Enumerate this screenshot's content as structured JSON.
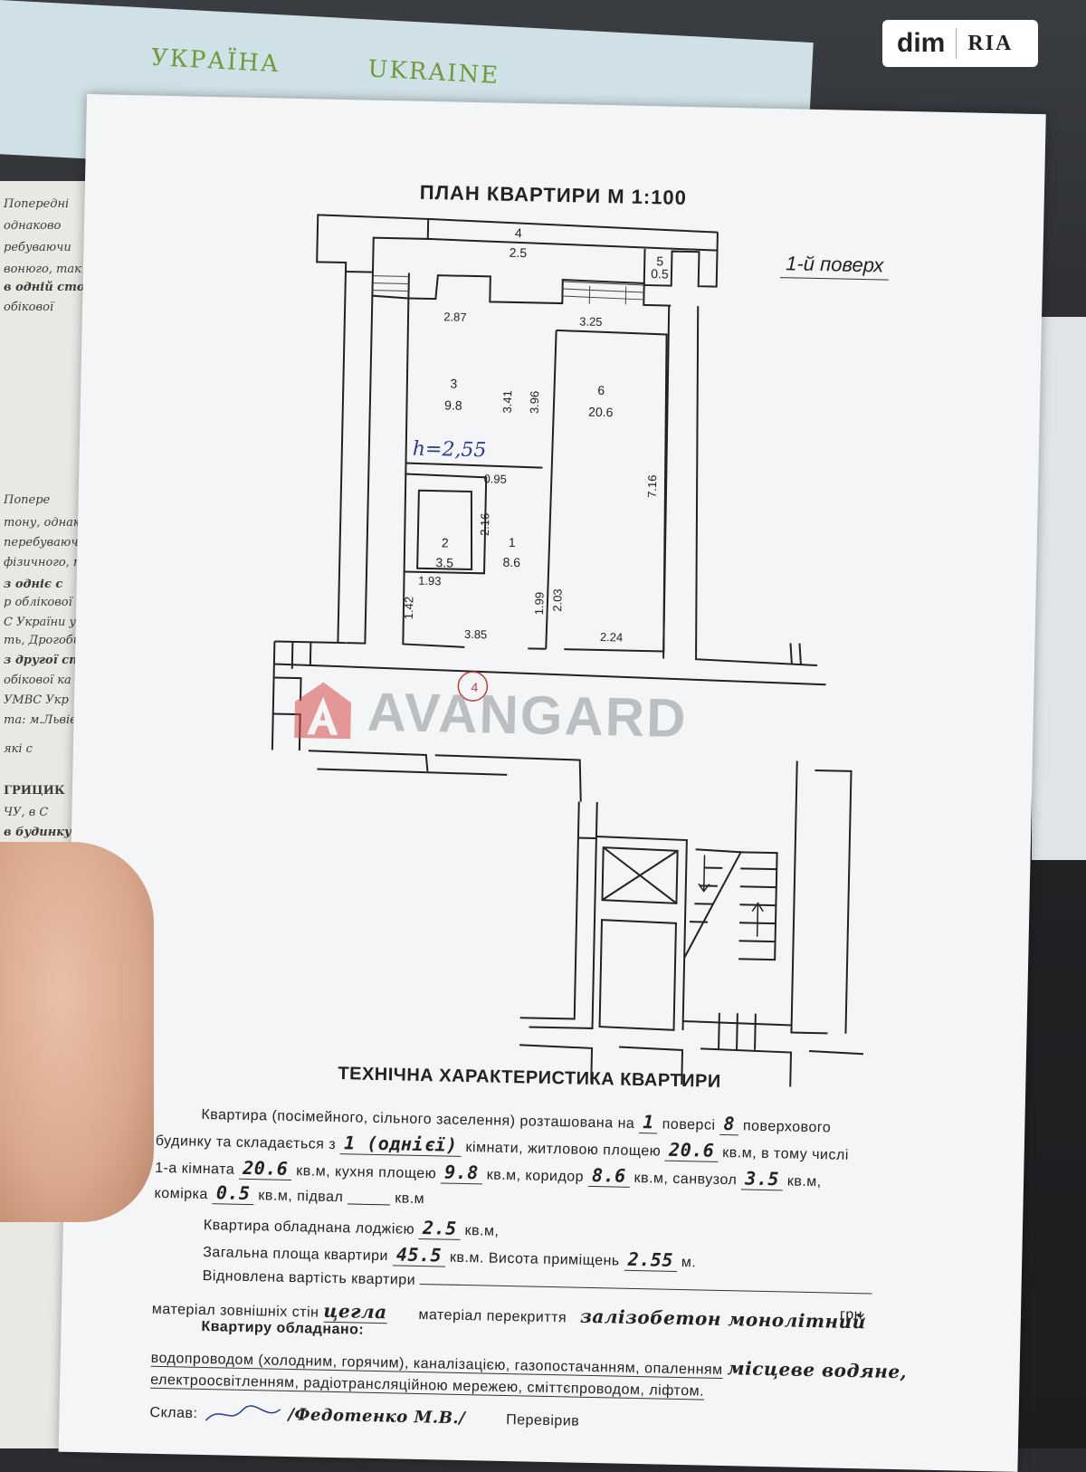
{
  "background": {
    "ukraine_cover": [
      "УКРАЇНА",
      "UKRAINE"
    ],
    "side_document_lines": [
      "Попередні",
      "однаково",
      "ребуваючи",
      "вонюго, так",
      "в одній сто",
      "обікової",
      "Попере",
      "тону, однако",
      "перебуваючи",
      "фізичного, то",
      "з одніє с",
      "р облікової",
      "С України у",
      "ть, Дрогоби",
      "з другої сто",
      "обікової ка",
      "УМВС Укр",
      "та: м.Львів, в",
      "які с",
      "ГРИЦИК",
      "ЧУ, в С",
      "в будинку"
    ]
  },
  "badge": {
    "dim": "dim",
    "ria": "RIA"
  },
  "plan": {
    "title": "ПЛАН КВАРТИРИ М 1:100",
    "floor": "1-й поверх",
    "height_note": "h=2,55",
    "entrance_mark": "4",
    "rooms": [
      {
        "num": "4",
        "area": "2.5"
      },
      {
        "num": "5",
        "area": "0.5"
      },
      {
        "num": "3",
        "area": "9.8"
      },
      {
        "num": "6",
        "area": "20.6"
      },
      {
        "num": "2",
        "area": "3.5"
      },
      {
        "num": "1",
        "area": "8.6"
      }
    ],
    "dimensions": [
      "2.87",
      "3.25",
      "3.41",
      "3.96",
      "7.16",
      "0.95",
      "2.16",
      "1.93",
      "1.42",
      "3.85",
      "1.99",
      "2.03",
      "2.24"
    ]
  },
  "watermark": {
    "text": "AVANGARD"
  },
  "spec": {
    "title": "ТЕХНІЧНА ХАРАКТЕРИСТИКА КВАРТИРИ",
    "l1": "Квартира (посімейного, сільного заселення) розташована на",
    "floor_num": "1",
    "l1b": "поверсі",
    "storeys": "8",
    "l1c": "поверхового",
    "l2a": "будинку та складається з",
    "rooms_count": "1 (однієї)",
    "l2b": "кімнати, житловою площею",
    "living_area": "20.6",
    "l2c": "кв.м, в тому числі",
    "l3a": "1-а кімната",
    "room1": "20.6",
    "l3b": "кв.м, кухня площею",
    "kitchen": "9.8",
    "l3c": "кв.м, коридор",
    "corridor": "8.6",
    "l3d": "кв.м, санвузол",
    "bath": "3.5",
    "l3e": "кв.м,",
    "l4a": "комірка",
    "closet": "0.5",
    "l4b": "кв.м, підвал",
    "basement": "_____",
    "l4c": "кв.м",
    "l5a": "Квартира обладнана лоджією",
    "loggia": "2.5",
    "l5b": "кв.м,",
    "l6a": "Загальна площа квартири",
    "total": "45.5",
    "l6b": "кв.м. Висота приміщень",
    "height": "2.55",
    "l6c": "м.",
    "l7a": "Відновлена вартість квартири",
    "l7b": "грн.",
    "l8a": "матеріал зовнішніх стін",
    "walls": "цегла",
    "l8b": "матеріал перекриття",
    "ceiling": "залізобетон монолітний",
    "l9": "Квартиру обладнано:",
    "l10": "водопроводом (холодним, горячим), каналізацією, газопостачанням, опаленням",
    "heating": "місцеве водяне,",
    "l11": "електроосвітленням, радіотрансляційною мережею, сміттєпроводом, ліфтом.",
    "l12a": "Склав:",
    "author": "/Федотенко М.В./",
    "l12b": "Перевірив"
  }
}
